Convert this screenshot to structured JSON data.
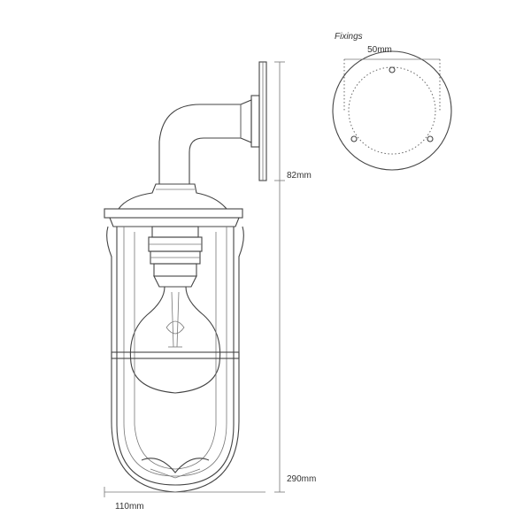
{
  "fixings": {
    "title": "Fixings",
    "spacing": "50mm"
  },
  "dimensions": {
    "backplate_height": "82mm",
    "total_height": "290mm",
    "width": "110mm"
  }
}
